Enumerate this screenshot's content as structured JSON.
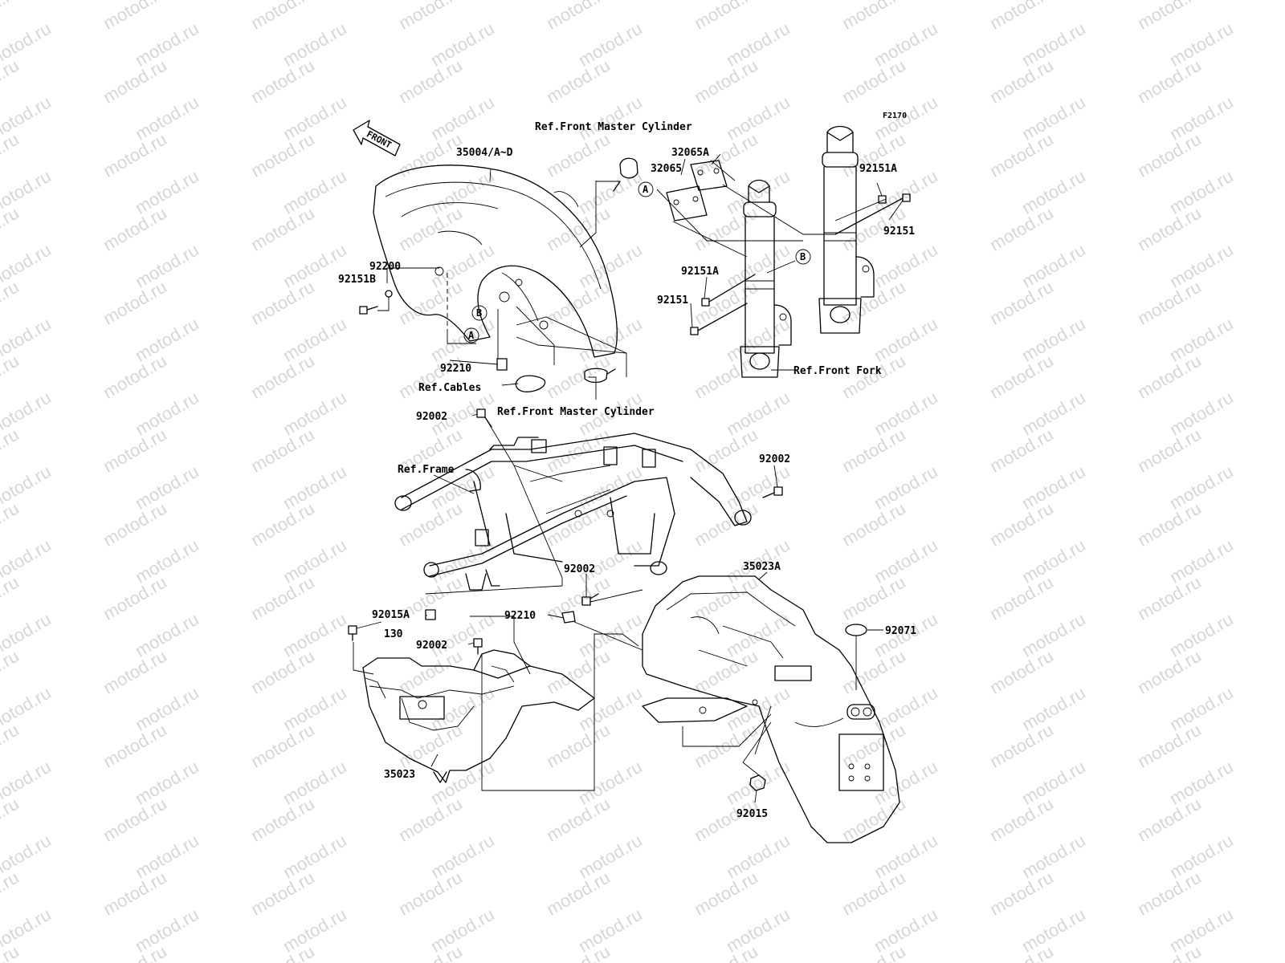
{
  "watermark": "motod.ru",
  "figure_id": "F2170",
  "front_arrow_label": "FRONT",
  "callouts": {
    "a": "A",
    "b": "B"
  },
  "labels": {
    "ref_front_master_cylinder_top": "Ref.Front Master Cylinder",
    "part_35004": "35004/A~D",
    "part_32065A": "32065A",
    "part_32065": "32065",
    "part_92151A_right": "92151A",
    "part_92151_right": "92151",
    "part_92151A_mid": "92151A",
    "part_92151_mid": "92151",
    "part_92200": "92200",
    "part_92151B": "92151B",
    "part_92210_top": "92210",
    "ref_cables": "Ref.Cables",
    "ref_front_master_cylinder_bottom": "Ref.Front Master Cylinder",
    "ref_front_fork": "Ref.Front Fork",
    "part_92002_top": "92002",
    "part_92002_right": "92002",
    "ref_frame": "Ref.Frame",
    "part_92002_mid": "92002",
    "part_35023A": "35023A",
    "part_92210_bottom": "92210",
    "part_92015A": "92015A",
    "part_130": "130",
    "part_92002_low": "92002",
    "part_92071": "92071",
    "part_35023": "35023",
    "part_92015": "92015"
  }
}
